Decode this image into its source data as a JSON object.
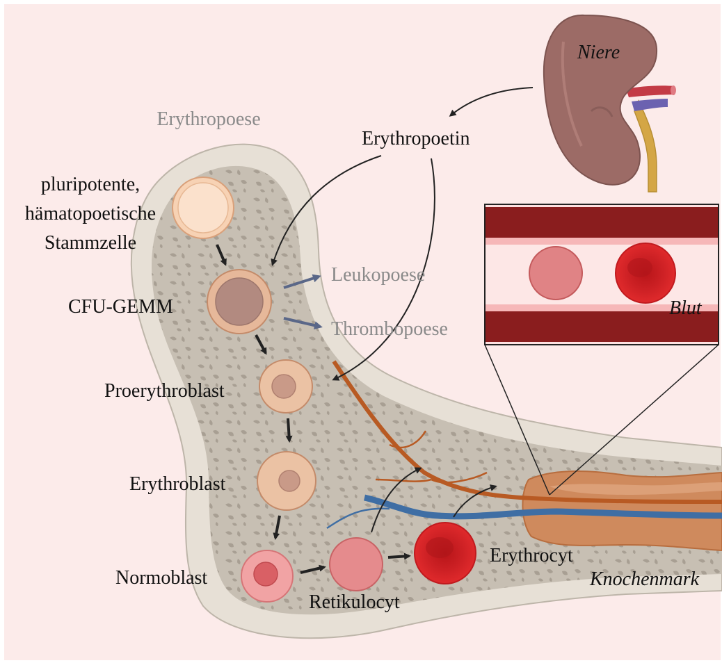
{
  "labels": {
    "title": "Erythropoese",
    "stem_cell": [
      "pluripotente,",
      "hämatopoetische",
      "Stammzelle"
    ],
    "cfu": "CFU-GEMM",
    "proerythroblast": "Proerythroblast",
    "erythroblast": "Erythroblast",
    "normoblast": "Normoblast",
    "reticulocyte": "Retikulocyt",
    "erythrocyte": "Erythrocyt",
    "marrow": "Knochenmark",
    "kidney": "Niere",
    "hormone": "Erythropoetin",
    "leukopoesis": "Leukopoese",
    "thrombopoesis": "Thrombopoese",
    "blood": "Blut"
  },
  "colors": {
    "background": "#fcebea",
    "bone_outer": "#e7e0d6",
    "bone_inner": "#c5bdb0",
    "marrow_orange": "#cf8a5d",
    "artery": "#b85a23",
    "vein": "#3f6ea4",
    "kidney": "#9c6b66",
    "rbc_red": "#d8262a",
    "reticulocyte": "#e58b8d",
    "blood_wall": "#8a1d1e",
    "lineage_arrow": "#5a6788"
  }
}
